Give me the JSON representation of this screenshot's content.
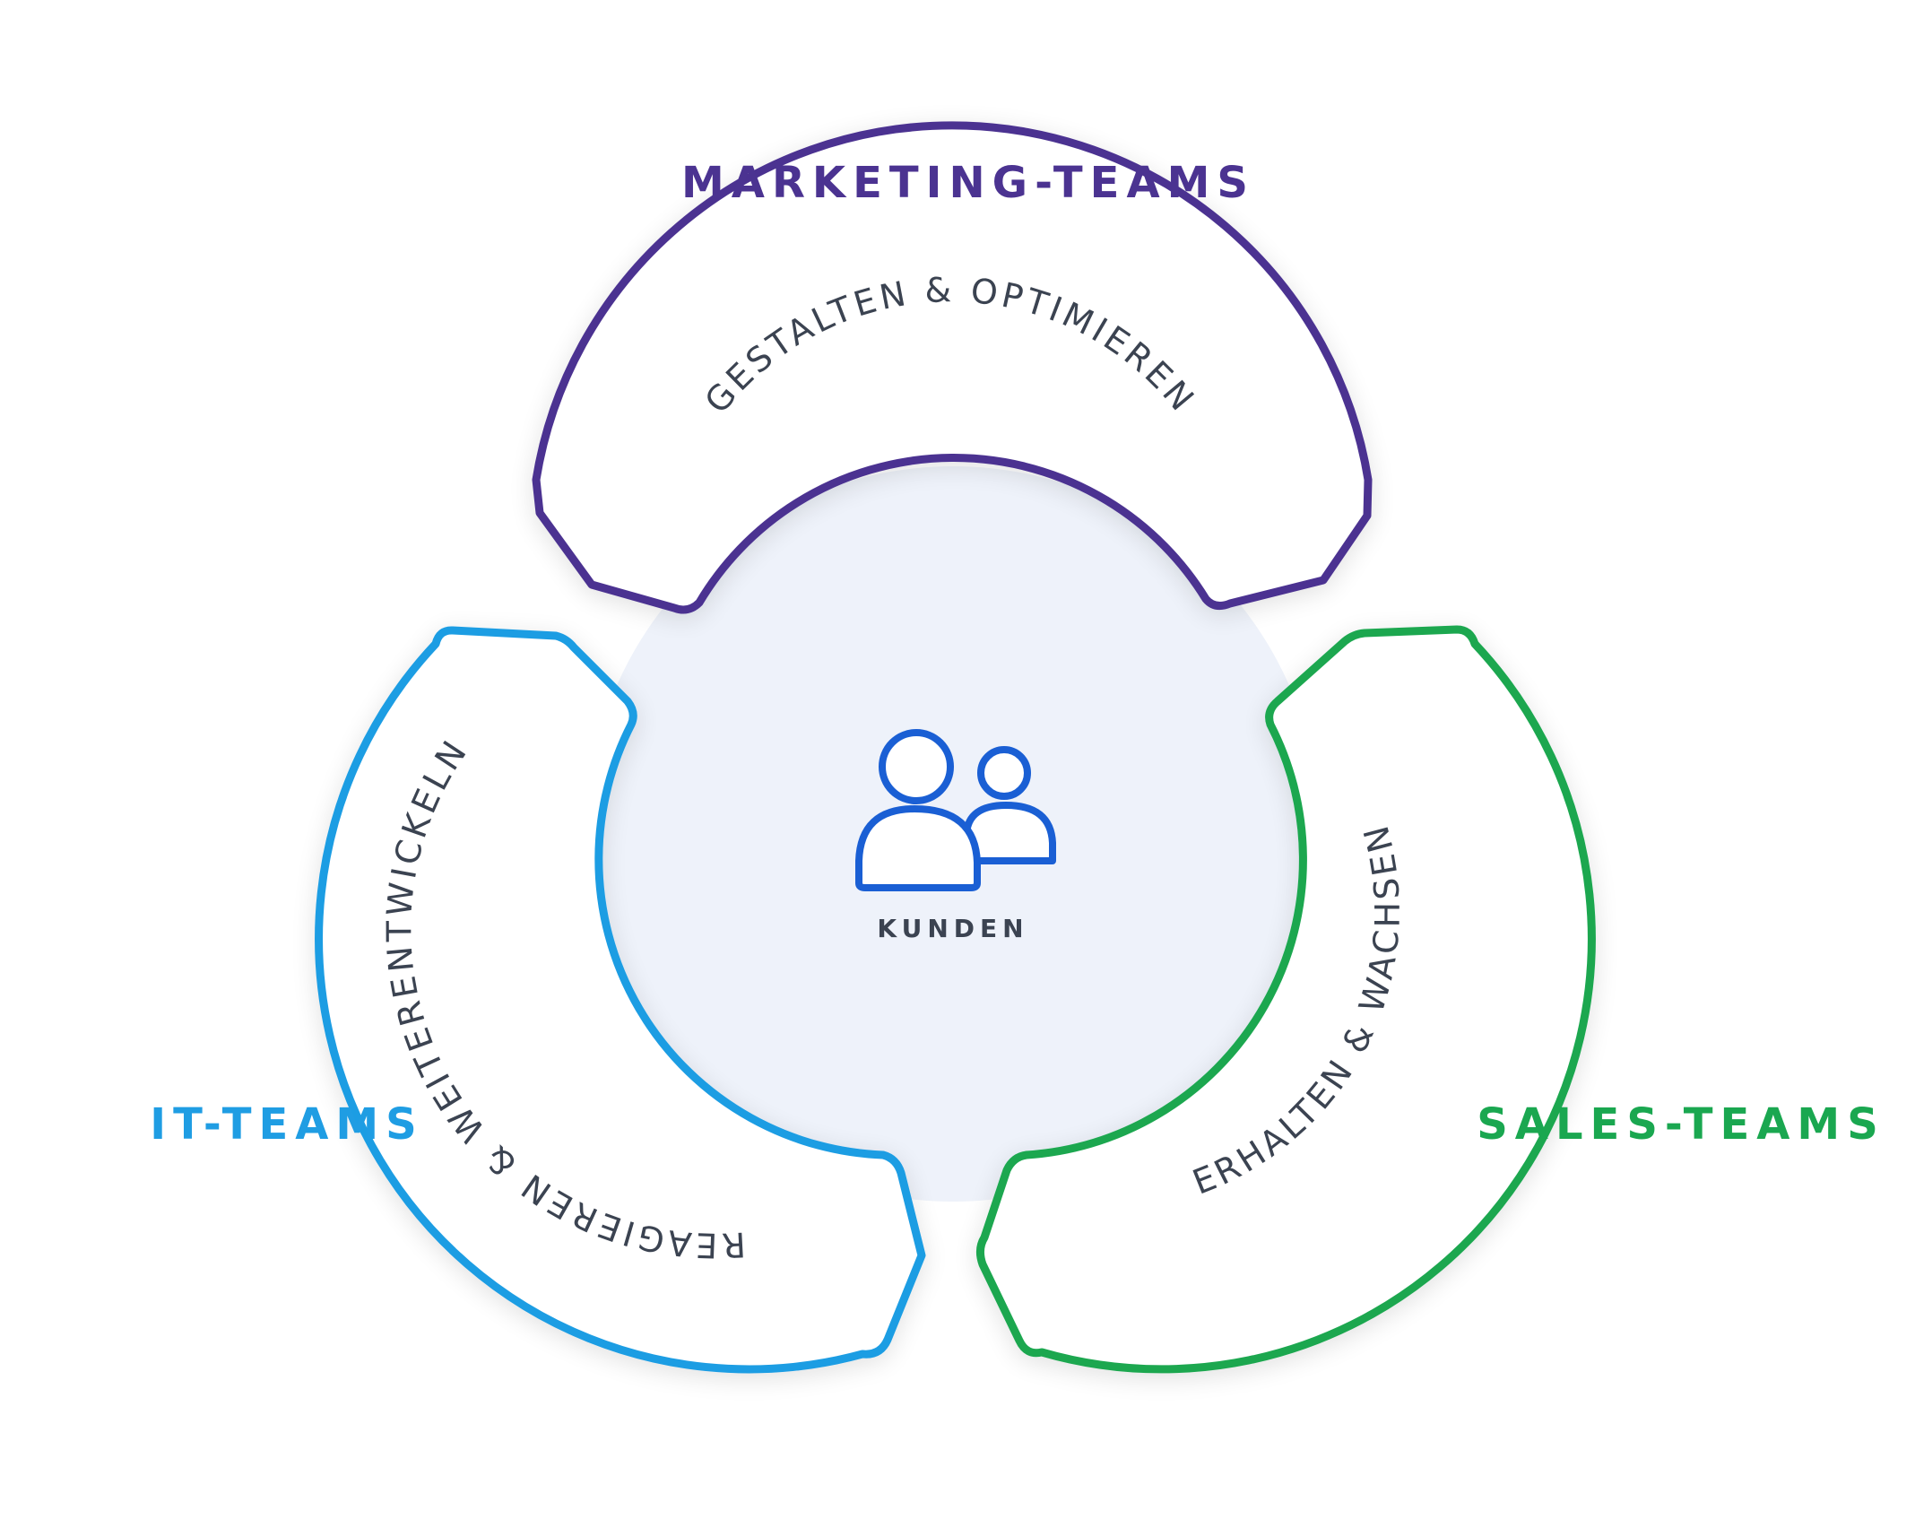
{
  "teams": {
    "marketing": {
      "label": "MARKETING-TEAMS",
      "color": "#4b3391"
    },
    "it": {
      "label": "IT-TEAMS",
      "color": "#1f9de3"
    },
    "sales": {
      "label": "SALES-TEAMS",
      "color": "#1aa750"
    }
  },
  "segments": {
    "marketing": {
      "text": "GESTALTEN & OPTIMIEREN"
    },
    "it": {
      "text": "REAGIEREN & WEITERENTWICKELN"
    },
    "sales": {
      "text": "ERHALTEN & WACHSEN"
    }
  },
  "center": {
    "label": "KUNDEN",
    "icon": "customers-icon",
    "icon_color": "#1a5fd4"
  }
}
